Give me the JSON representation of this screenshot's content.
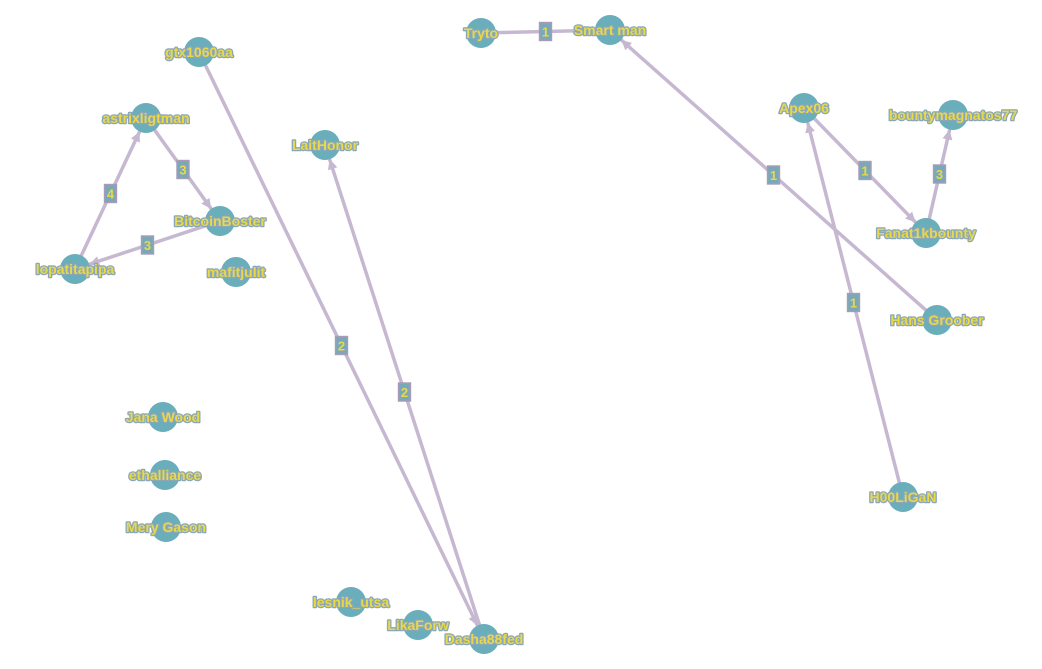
{
  "colors": {
    "node_fill": "#6aadbb",
    "edge": "#c7b8d1",
    "label_fill": "#e8d84a",
    "label_stroke": "#8aa7b8",
    "edge_label_box": "#7aa8b8",
    "edge_label_border": "#a89bb8",
    "edge_label_text": "#e8d84a"
  },
  "nodes": [
    {
      "id": "tryto",
      "label": "Tryto"
    },
    {
      "id": "smart_man",
      "label": "Smart man"
    },
    {
      "id": "gtx1060aa",
      "label": "gtx1060aa"
    },
    {
      "id": "astrixligtman",
      "label": "astrixligtman"
    },
    {
      "id": "laithonor",
      "label": "LaitHonor"
    },
    {
      "id": "bitcoinboster",
      "label": "BitcoinBoster"
    },
    {
      "id": "lopatitapipa",
      "label": "lopatitapipa"
    },
    {
      "id": "mafitjulit",
      "label": "mafitjulit"
    },
    {
      "id": "apex06",
      "label": "Apex06"
    },
    {
      "id": "bountymagnatos77",
      "label": "bountymagnatos77"
    },
    {
      "id": "fanat1kbounty",
      "label": "Fanat1kbounty"
    },
    {
      "id": "hans_groober",
      "label": "Hans Groober"
    },
    {
      "id": "jana_wood",
      "label": "Jana Wood"
    },
    {
      "id": "ethalliance",
      "label": "ethalliance"
    },
    {
      "id": "mery_gason",
      "label": "Mery Gason"
    },
    {
      "id": "h00ligan",
      "label": "H00LiGaN"
    },
    {
      "id": "lesnik_utsa",
      "label": "lesnik_utsa"
    },
    {
      "id": "likaforw",
      "label": "LikaForw"
    },
    {
      "id": "dasha88fed",
      "label": "Dasha88fed"
    }
  ],
  "edges": [
    {
      "source": "tryto",
      "target": "smart_man",
      "label": "1",
      "directed": false
    },
    {
      "source": "gtx1060aa",
      "target": "dasha88fed",
      "label": "2",
      "directed": true
    },
    {
      "source": "dasha88fed",
      "target": "laithonor",
      "label": "2",
      "directed": true
    },
    {
      "source": "astrixligtman",
      "target": "bitcoinboster",
      "label": "3",
      "directed": true
    },
    {
      "source": "bitcoinboster",
      "target": "lopatitapipa",
      "label": "3",
      "directed": true
    },
    {
      "source": "lopatitapipa",
      "target": "astrixligtman",
      "label": "4",
      "directed": true
    },
    {
      "source": "hans_groober",
      "target": "smart_man",
      "label": "1",
      "directed": true
    },
    {
      "source": "apex06",
      "target": "fanat1kbounty",
      "label": "1",
      "directed": true
    },
    {
      "source": "fanat1kbounty",
      "target": "bountymagnatos77",
      "label": "3",
      "directed": true
    },
    {
      "source": "h00ligan",
      "target": "apex06",
      "label": "1",
      "directed": true
    }
  ]
}
